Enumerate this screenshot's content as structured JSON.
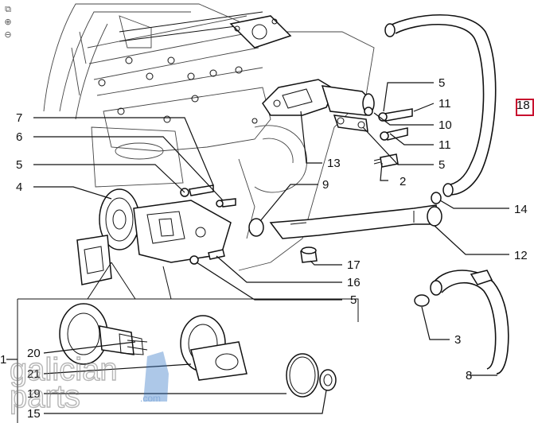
{
  "toolbar": {
    "icons": [
      "expand-icon",
      "zoom-in-icon",
      "zoom-out-icon"
    ],
    "glyphs": [
      "⧉",
      "⊕",
      "⊖"
    ]
  },
  "highlight": {
    "label": "18",
    "color": "#c8102e"
  },
  "watermark": {
    "brand": "galicianparts",
    "domain": ".com",
    "accent": "#2b6fc2"
  },
  "callouts": [
    "7",
    "6",
    "5",
    "4",
    "5",
    "11",
    "10",
    "11",
    "13",
    "5",
    "2",
    "9",
    "14",
    "12",
    "17",
    "16",
    "5",
    "3",
    "8",
    "1",
    "20",
    "21",
    "19",
    "15"
  ]
}
